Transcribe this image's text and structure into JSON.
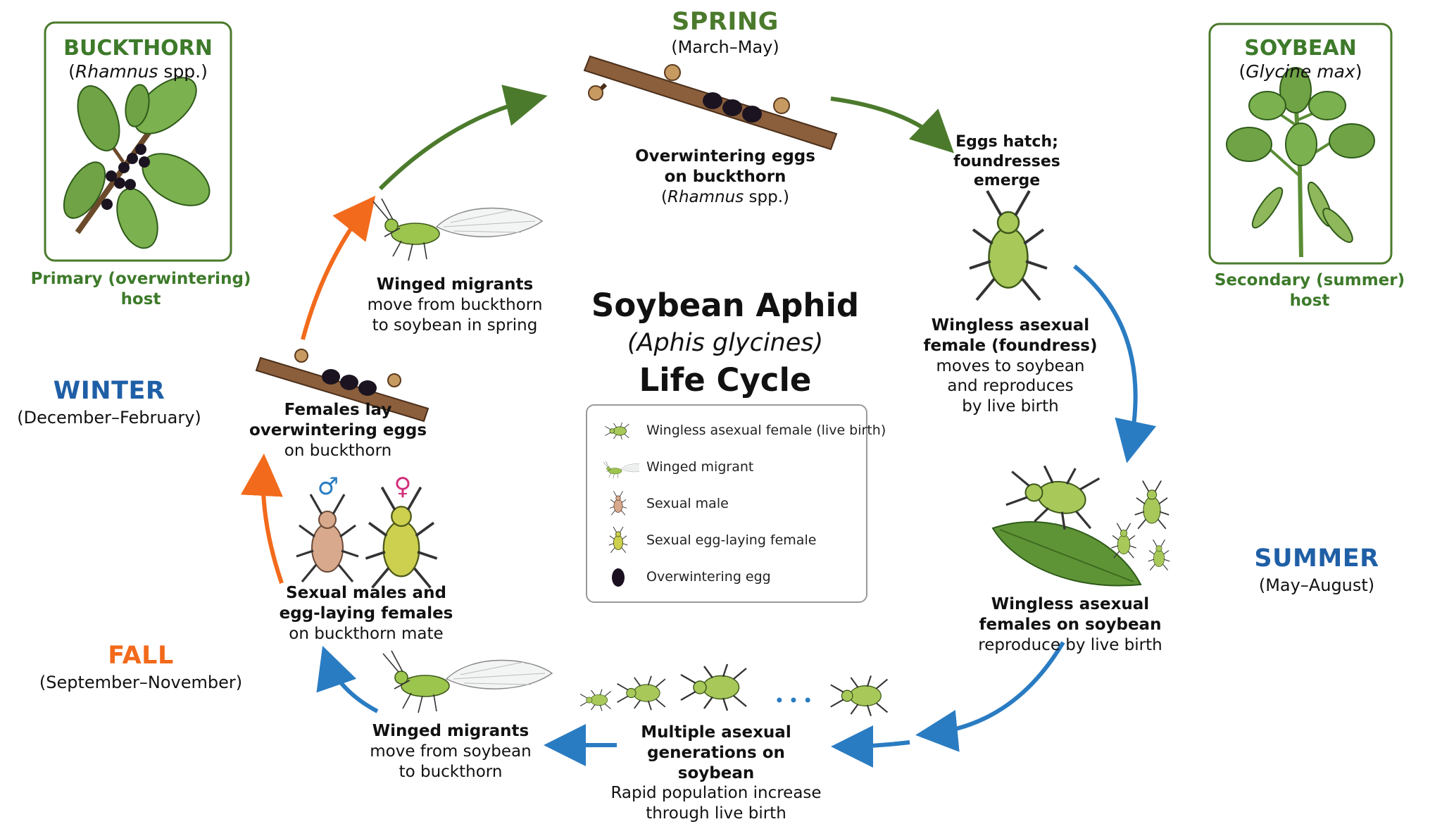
{
  "title": {
    "line1": "Soybean Aphid",
    "line2": "(Aphis glycines)",
    "line3": "Life Cycle"
  },
  "seasons": {
    "spring": {
      "name": "SPRING",
      "range": "(March–May)"
    },
    "summer": {
      "name": "SUMMER",
      "range": "(May–August)"
    },
    "fall": {
      "name": "FALL",
      "range": "(September–November)"
    },
    "winter": {
      "name": "WINTER",
      "range": "(December–February)"
    }
  },
  "hosts": {
    "primary": {
      "name": "BUCKTHORN",
      "sci_italic": "Rhamnus",
      "sci_rest": " spp.",
      "open": "(",
      "close": ")",
      "label_1": "Primary (overwintering)",
      "label_2": "host"
    },
    "secondary": {
      "name": "SOYBEAN",
      "sci_italic": "Glycine max",
      "open": "(",
      "close": ")",
      "label_1": "Secondary (summer)",
      "label_2": "host"
    }
  },
  "stages": {
    "eggs": {
      "l1": "Overwintering eggs",
      "l2": "on buckthorn",
      "l3_italic": "Rhamnus",
      "l3_rest": " spp.)",
      "l3_open": "("
    },
    "hatch": {
      "l1": "Eggs hatch;",
      "l2": "foundresses",
      "l3": "emerge"
    },
    "foundress": {
      "l1": "Wingless asexual",
      "l2": "female (foundress)",
      "l3": "moves to soybean",
      "l4": "and reproduces",
      "l5": "by live birth"
    },
    "summer_females": {
      "l1": "Wingless asexual",
      "l2": "females on soybean",
      "l3": "reproduce by live birth"
    },
    "generations": {
      "l1": "Multiple asexual",
      "l2": "generations on soybean",
      "l3": "Rapid population increase",
      "l4": "through live birth"
    },
    "migrants_fall": {
      "l1": "Winged migrants",
      "l2": "move from soybean",
      "l3": "to buckthorn"
    },
    "sexual": {
      "l1": "Sexual males and",
      "l2": "egg-laying females",
      "l3": "on buckthorn mate"
    },
    "lay_eggs": {
      "l1": "Females lay",
      "l2": "overwintering eggs",
      "l3": "on buckthorn"
    },
    "migrants_spring": {
      "l1": "Winged migrants",
      "l2": "move from buckthorn",
      "l3": "to soybean in spring"
    }
  },
  "symbols": {
    "male": "♂",
    "female": "♀",
    "ellipsis": "•••"
  },
  "legend": [
    {
      "icon": "wingless-aphid-icon",
      "label": "Wingless asexual female (live birth)"
    },
    {
      "icon": "winged-aphid-icon",
      "label": "Winged migrant"
    },
    {
      "icon": "male-aphid-icon",
      "label": "Sexual male"
    },
    {
      "icon": "egg-laying-female-icon",
      "label": "Sexual egg-laying female"
    },
    {
      "icon": "egg-icon",
      "label": "Overwintering egg"
    }
  ],
  "colors": {
    "spring_green": "#4b7a2c",
    "summer_blue": "#2a7cc2",
    "fall_orange": "#f26a1b",
    "winter_blue": "#1f5fa6",
    "host_green": "#3d7a2a",
    "aphid_green": "#a8c95a",
    "male_tan": "#d8a98c",
    "female_yellow": "#c9c84a",
    "egg_dark": "#1a1020"
  }
}
